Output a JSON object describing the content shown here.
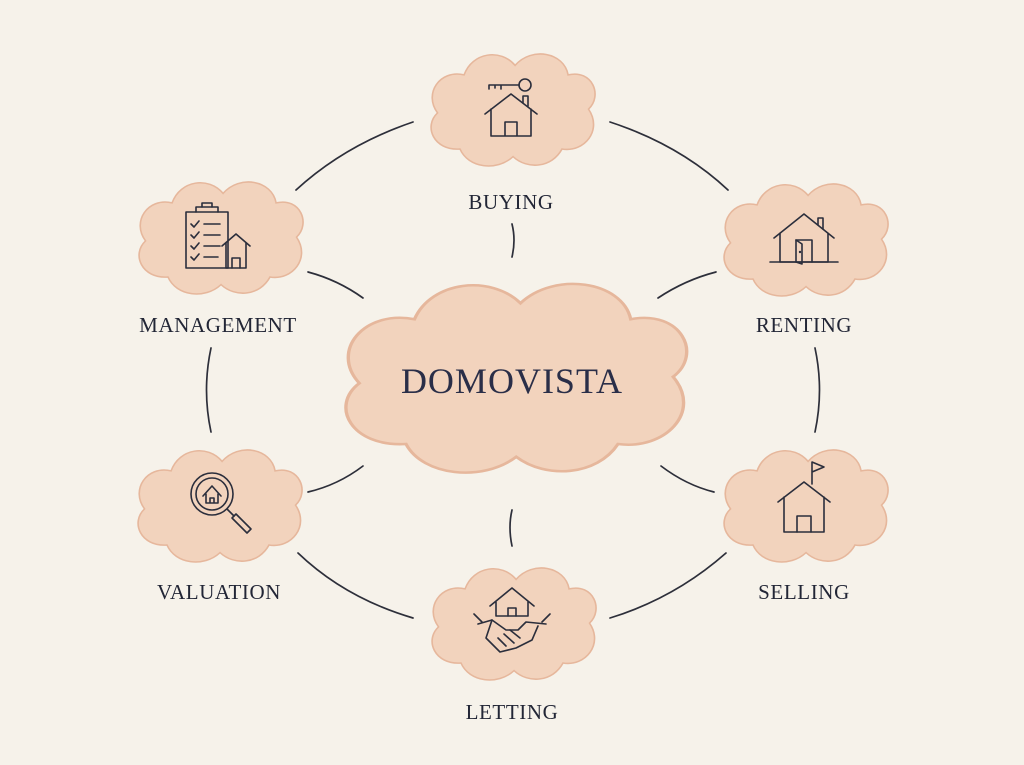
{
  "diagram": {
    "center": {
      "label": "DOMOVISTA"
    },
    "nodes": [
      {
        "id": "buying",
        "label": "BUYING",
        "icon": "key-house-icon"
      },
      {
        "id": "renting",
        "label": "RENTING",
        "icon": "house-open-door-icon"
      },
      {
        "id": "selling",
        "label": "SELLING",
        "icon": "house-flag-icon"
      },
      {
        "id": "letting",
        "label": "LETTING",
        "icon": "handshake-house-icon"
      },
      {
        "id": "valuation",
        "label": "VALUATION",
        "icon": "magnifier-house-icon"
      },
      {
        "id": "management",
        "label": "MANAGEMENT",
        "icon": "clipboard-house-icon"
      }
    ],
    "colors": {
      "background": "#f6f2ea",
      "cloud_fill": "#f2d3bd",
      "cloud_stroke": "#e6b79c",
      "line": "#2d2f3a",
      "text": "#222636",
      "center_text": "#2a2e48"
    }
  }
}
